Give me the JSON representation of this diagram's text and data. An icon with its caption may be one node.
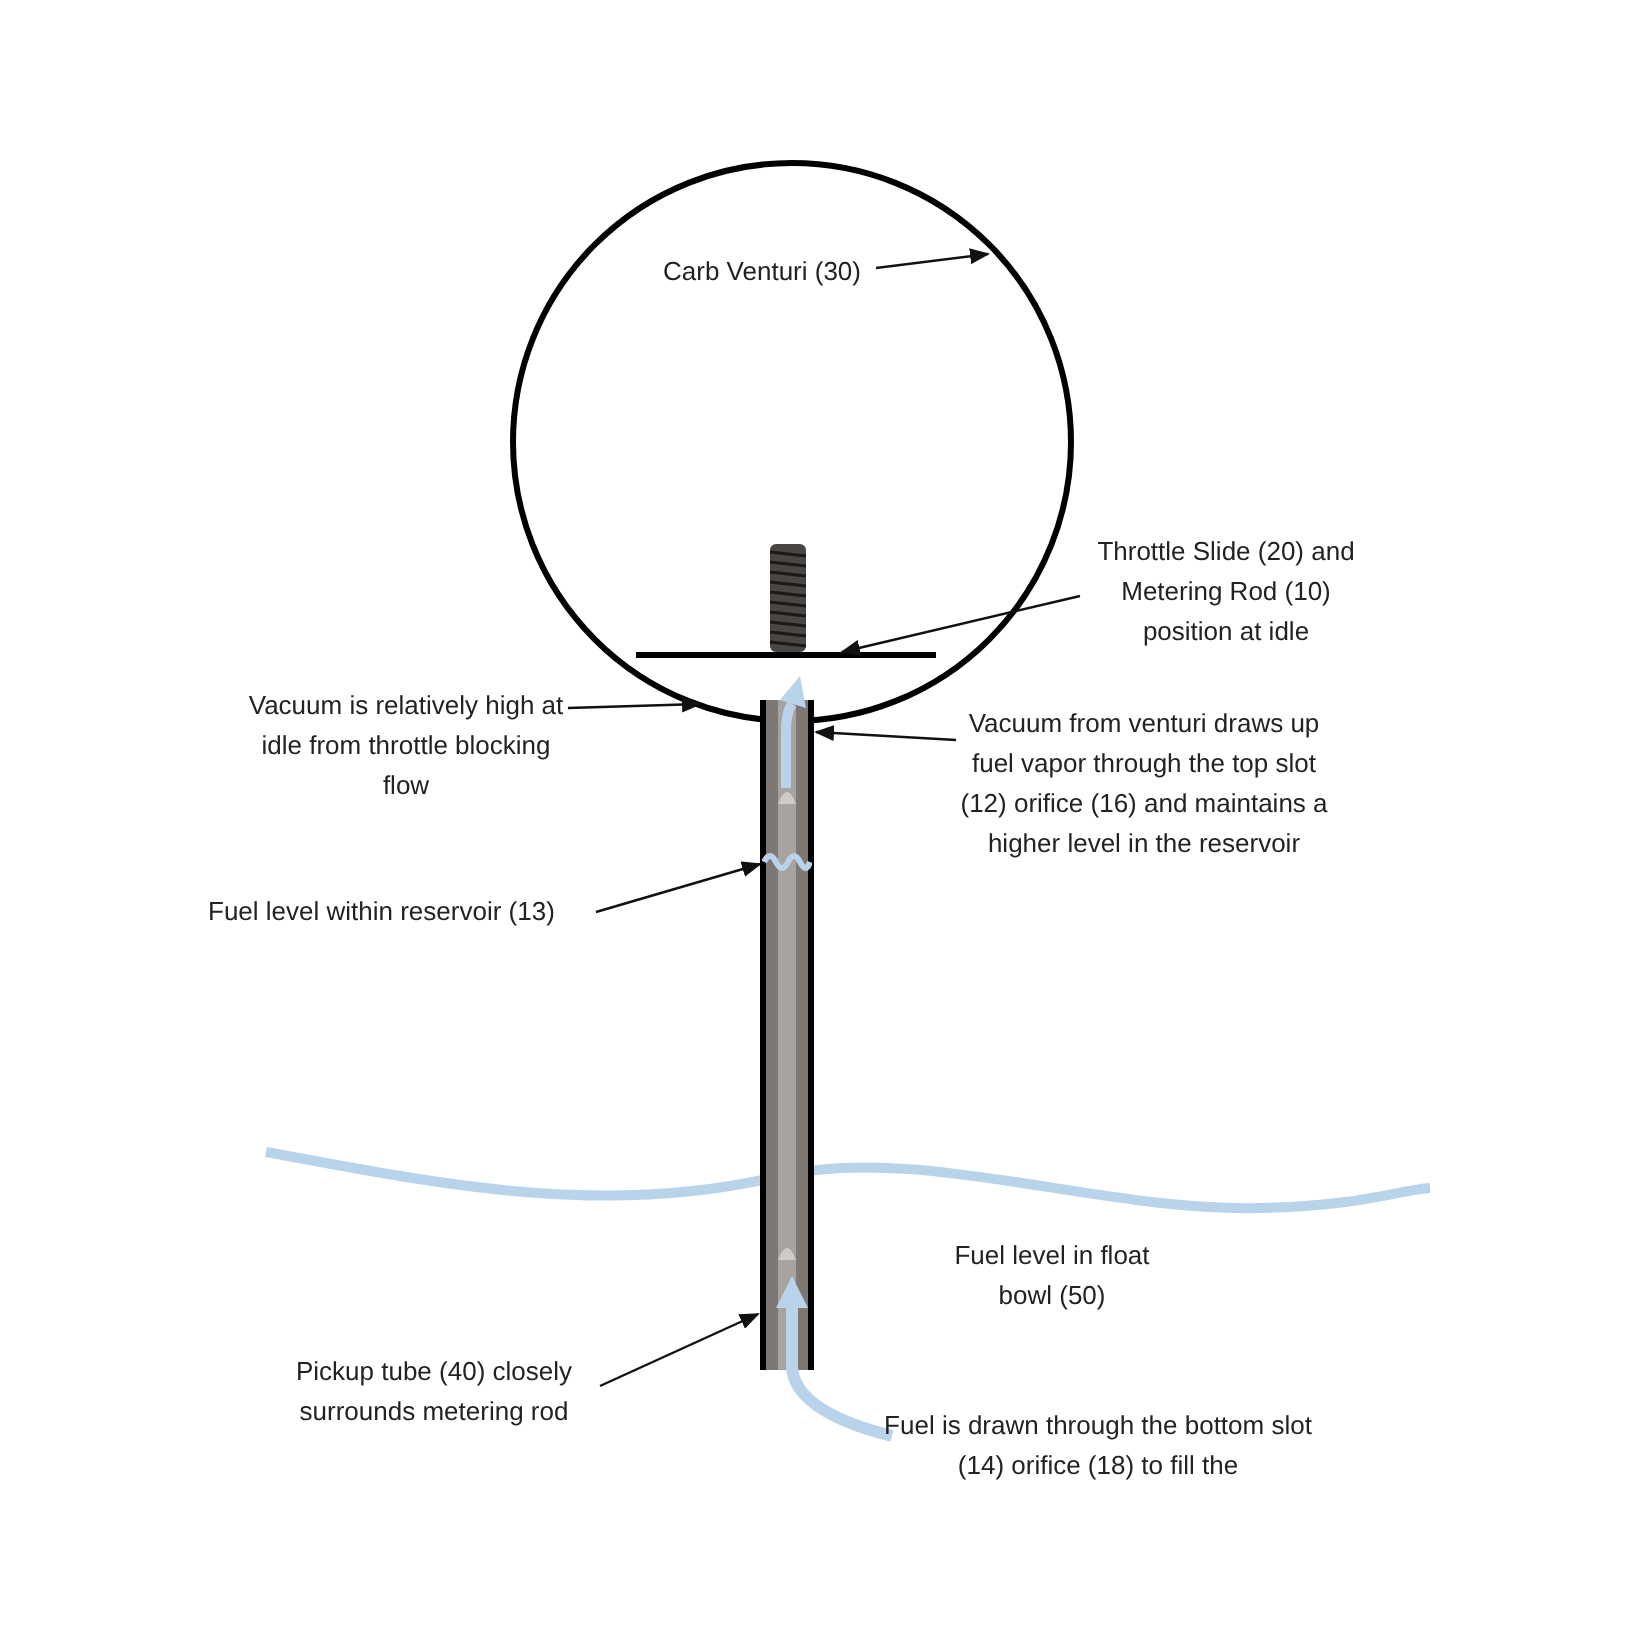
{
  "diagram": {
    "nodes": [
      {
        "text": [
          "Carb Venturi (30)"
        ],
        "in": 1
      },
      {
        "text": [],
        "shape": "circle"
      },
      {
        "text": [
          "Throttle Slide (20) and Metering Rod (10) position at idle"
        ]
      },
      {
        "text": [],
        "shape": "bar",
        "in": 1
      },
      {
        "text": [
          "Vacuum is relatively high at idle from throttle blocking flow"
        ]
      },
      {
        "text": [
          "Vacuum from venturi draws up fuel vapor through the top slot (12) orifice (16) and maintains a higher level in the reservoir"
        ]
      },
      {
        "text": [],
        "shape": "bar"
      },
      {
        "text": [
          "Fuel level within reservoir (13)"
        ]
      },
      {
        "text": [],
        "shape": "wave",
        "in": 6
      },
      {
        "text": [
          "Pickup tube (40) closely surrounds metering rod"
        ]
      }
    ],
    "edges": [
      {
        "from": 0,
        "to": 1,
        "arrow": "to"
      },
      {
        "from": 2,
        "to": 3,
        "arrow": "to"
      },
      {
        "from": 4,
        "to": 1,
        "arrow": "to"
      },
      {
        "from": 5,
        "to": 6,
        "arrow": "to"
      },
      {
        "from": 7,
        "to": 8,
        "arrow": "to"
      },
      {
        "from": 9,
        "to": 6,
        "arrow": "to"
      }
    ],
    "labels": [
      "Fuel level in float bowl (50)",
      "Fuel is drawn through the bottom slot (14) orifice (18) to fill the"
    ]
  }
}
